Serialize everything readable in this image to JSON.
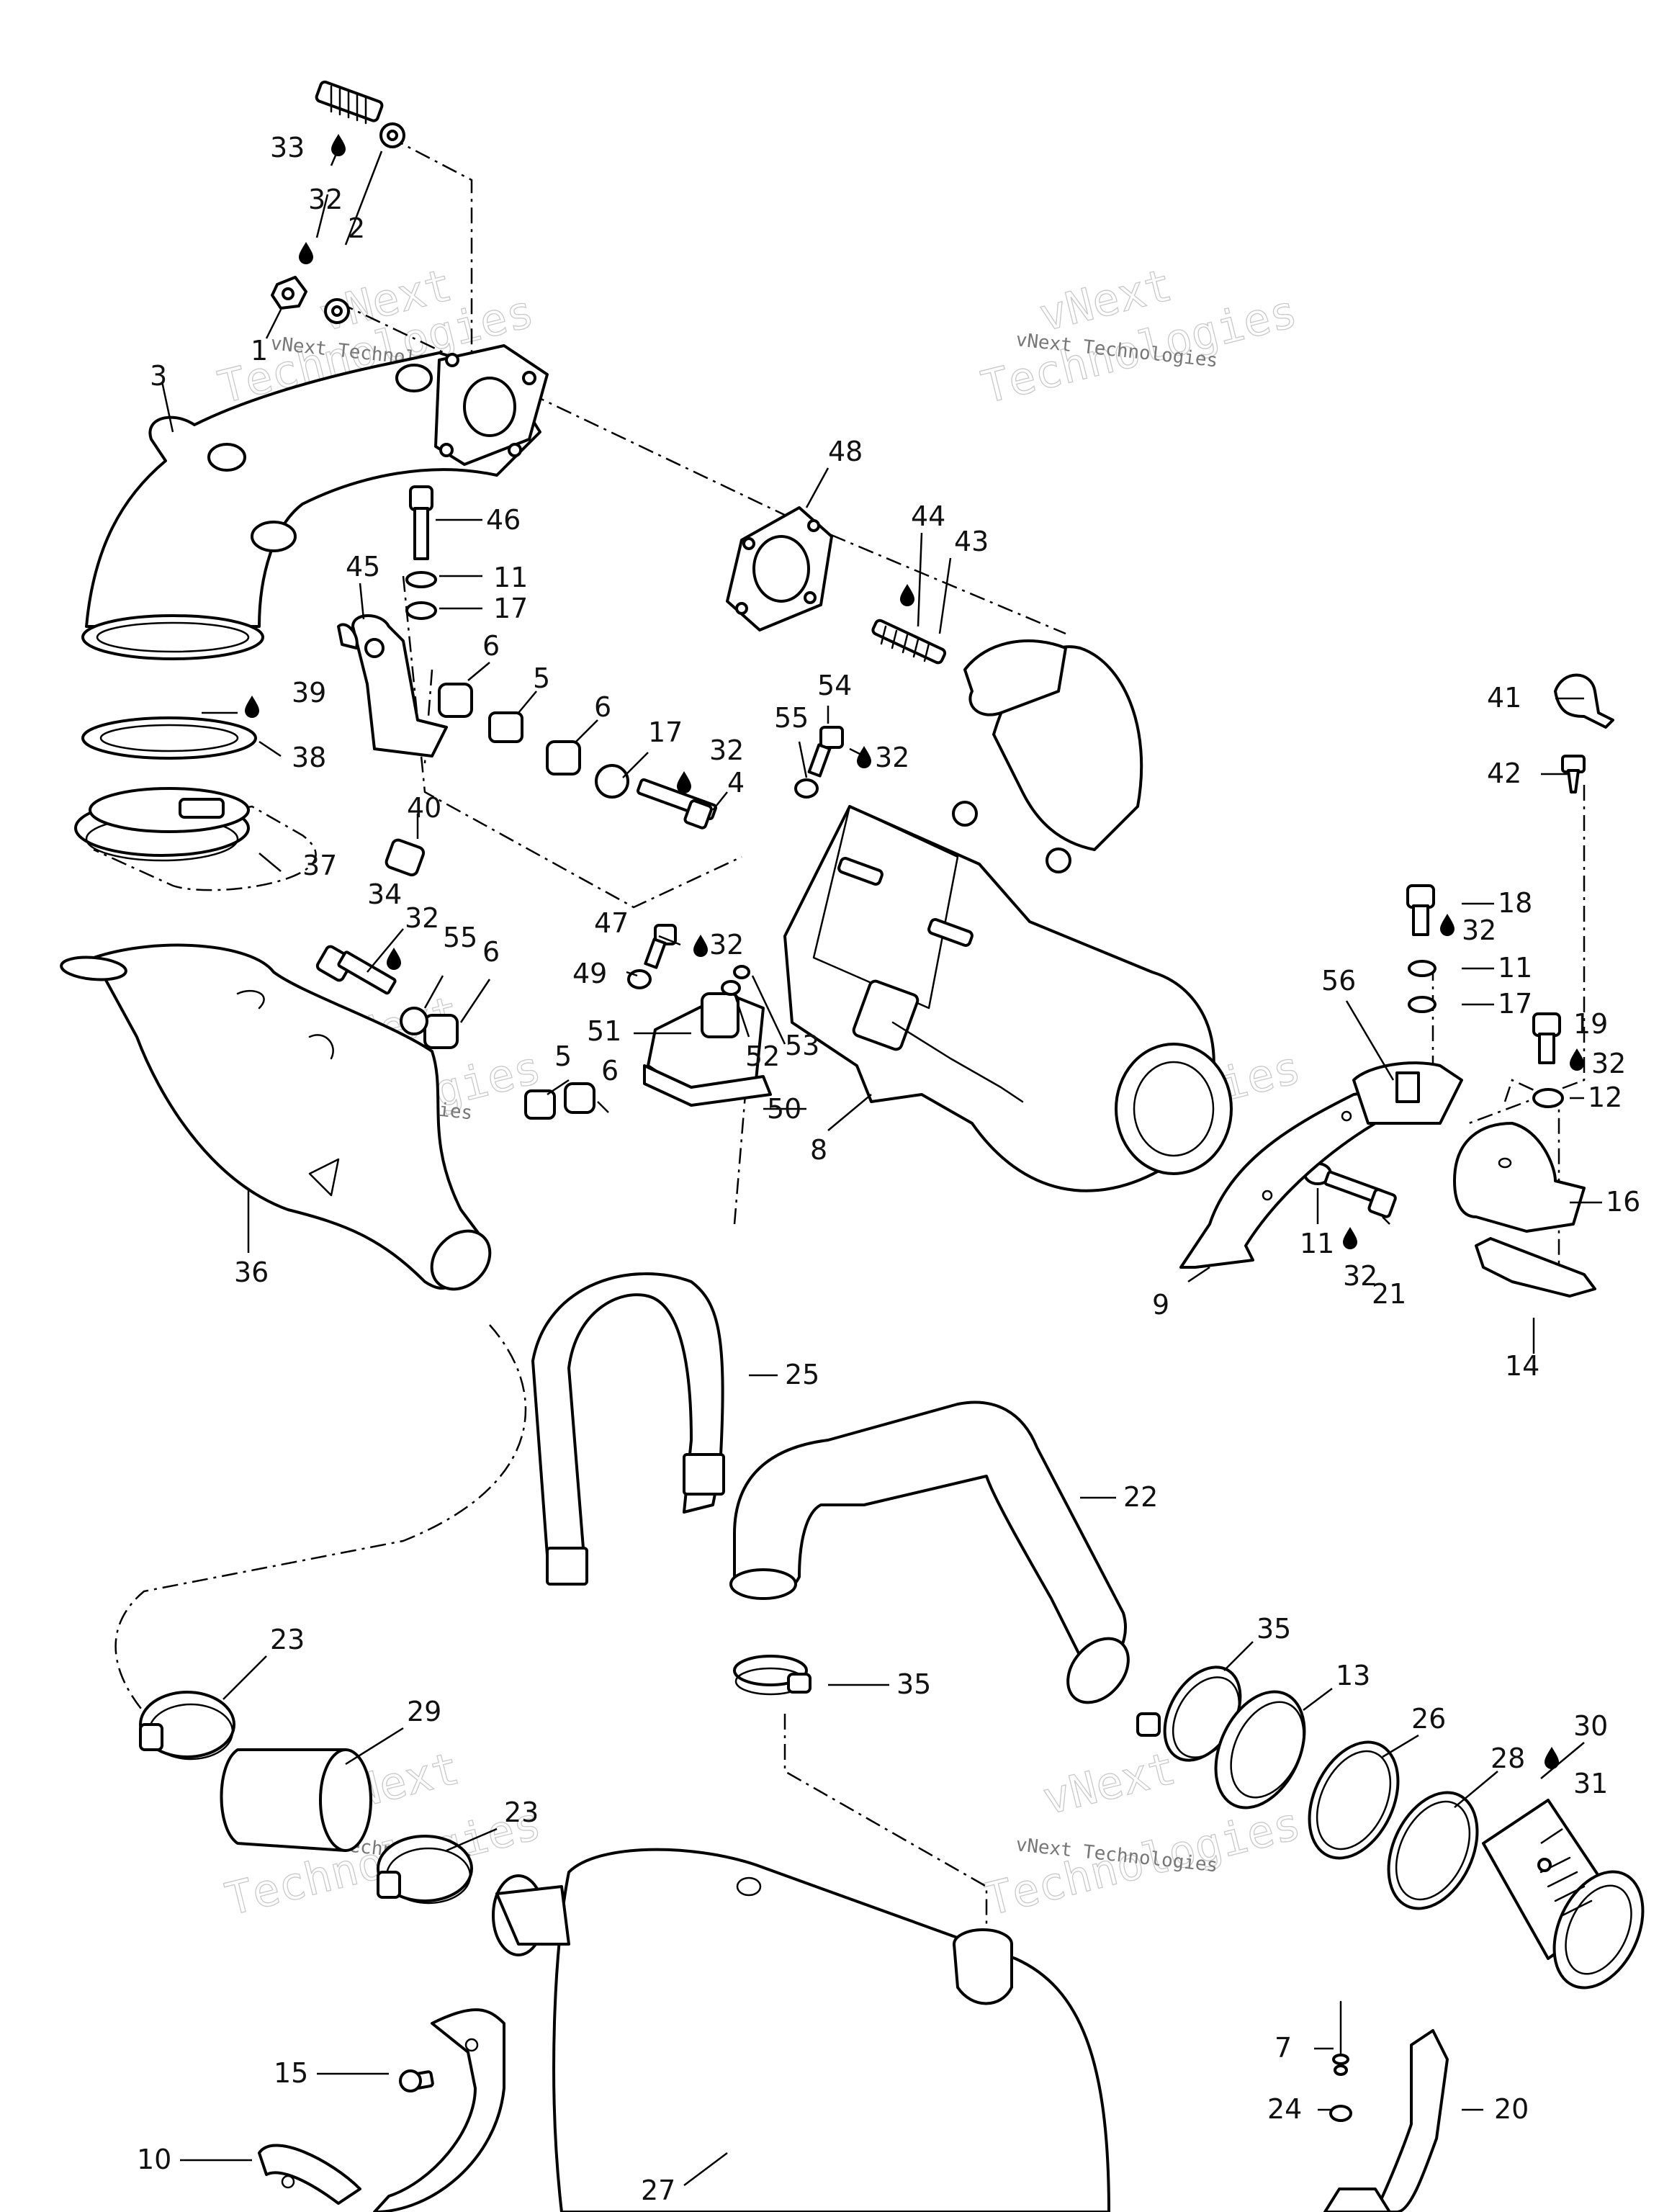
{
  "watermark": {
    "line1": "vNext",
    "line2": "Technologies",
    "small": "vNext Technologies"
  },
  "callouts": [
    "1",
    "2",
    "3",
    "4",
    "5",
    "6",
    "7",
    "8",
    "9",
    "10",
    "11",
    "12",
    "13",
    "14",
    "15",
    "16",
    "17",
    "18",
    "19",
    "20",
    "21",
    "22",
    "23",
    "24",
    "25",
    "26",
    "27",
    "28",
    "29",
    "30",
    "31",
    "32",
    "33",
    "34",
    "35",
    "36",
    "37",
    "38",
    "39",
    "40",
    "41",
    "42",
    "43",
    "44",
    "45",
    "46",
    "47",
    "48",
    "49",
    "50",
    "51",
    "52",
    "53",
    "54",
    "55",
    "56"
  ],
  "lubricant_marker": "drop-icon",
  "colors": {
    "ink": "#000000",
    "paper": "#ffffff",
    "watermark": "#c9c9c9"
  }
}
